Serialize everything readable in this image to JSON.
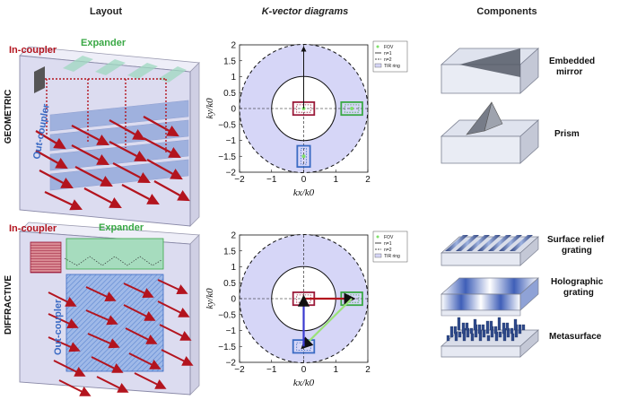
{
  "headers": {
    "layout": "Layout",
    "kvector": "K-vector diagrams",
    "components": "Components"
  },
  "rows": {
    "geometric": "GEOMETRIC",
    "diffractive": "DIFFRACTIVE"
  },
  "layout_labels": {
    "in_coupler": "In-coupler",
    "expander": "Expander",
    "out_coupler": "Out-coupler"
  },
  "components": {
    "embedded_mirror_l1": "Embedded",
    "embedded_mirror_l2": "mirror",
    "prism": "Prism",
    "srg_l1": "Surface relief",
    "srg_l2": "grating",
    "holo_l1": "Holographic",
    "holo_l2": "grating",
    "metasurface": "Metasurface"
  },
  "axes": {
    "xlabel": "kx/k0",
    "ylabel": "ky/k0",
    "xticks": [
      "−2",
      "−1",
      "0",
      "1",
      "2"
    ],
    "yticks": [
      "2",
      "1.5",
      "1",
      "0.5",
      "0",
      "−0.5",
      "−1",
      "−1.5",
      "−2"
    ]
  },
  "legend": {
    "fov": "FOV",
    "n1": "n=1",
    "n2": "n=2",
    "tir": "TIR ring"
  },
  "colors": {
    "tir_fill": "#d6d6f7",
    "in_coupler": "#9b1b3a",
    "expander": "#3aa845",
    "out_coupler": "#3b6bc4",
    "ray": "#b3141e",
    "fov_point": "#7fe06a"
  },
  "chart_data": [
    {
      "type": "k-vector diagram",
      "title": "",
      "xlabel": "kx/k0",
      "ylabel": "ky/k0",
      "xlim": [
        -2,
        2
      ],
      "ylim": [
        -2,
        2
      ],
      "circles": [
        {
          "name": "n=1",
          "radius": 1,
          "style": "solid"
        },
        {
          "name": "n=2",
          "radius": 2,
          "style": "dashed"
        }
      ],
      "boxes": [
        {
          "role": "in-coupler",
          "center": [
            0,
            0
          ],
          "halfwidth": 0.33,
          "halfheight": 0.2
        },
        {
          "role": "expander",
          "center": [
            1.5,
            0
          ],
          "halfwidth": 0.33,
          "halfheight": 0.2
        },
        {
          "role": "out-coupler",
          "center": [
            0,
            -1.5
          ],
          "halfwidth": 0.2,
          "halfheight": 0.33
        }
      ]
    },
    {
      "type": "k-vector diagram",
      "title": "",
      "xlabel": "kx/k0",
      "ylabel": "ky/k0",
      "xlim": [
        -2,
        2
      ],
      "ylim": [
        -2,
        2
      ],
      "circles": [
        {
          "name": "n=1",
          "radius": 1,
          "style": "solid"
        },
        {
          "name": "n=2",
          "radius": 2,
          "style": "dashed"
        }
      ],
      "boxes": [
        {
          "role": "in-coupler",
          "center": [
            0,
            0
          ],
          "halfwidth": 0.33,
          "halfheight": 0.2
        },
        {
          "role": "expander",
          "center": [
            1.5,
            0
          ],
          "halfwidth": 0.33,
          "halfheight": 0.2
        },
        {
          "role": "out-coupler",
          "center": [
            0,
            -1.5
          ],
          "halfwidth": 0.33,
          "halfheight": 0.2
        }
      ],
      "vectors": [
        {
          "from": [
            0,
            0
          ],
          "to": [
            1.5,
            0
          ]
        },
        {
          "from": [
            1.5,
            0
          ],
          "to": [
            0,
            -1.5
          ]
        },
        {
          "from": [
            0,
            -1.5
          ],
          "to": [
            0,
            0
          ]
        }
      ]
    }
  ]
}
